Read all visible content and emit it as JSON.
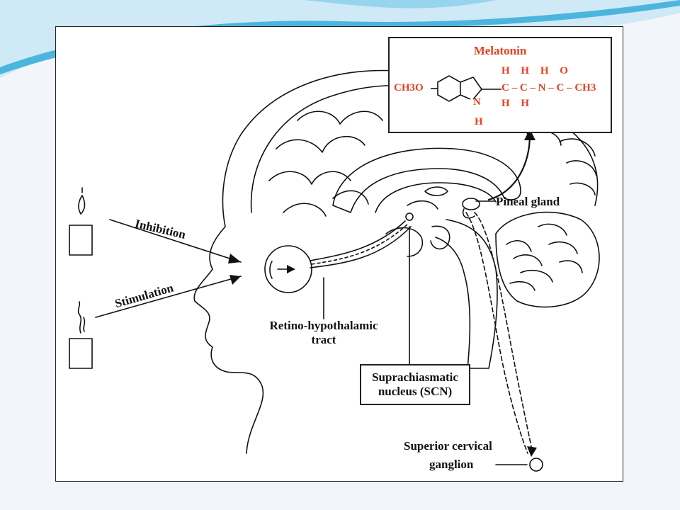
{
  "theme": {
    "slide_background": "#f2f6fa",
    "swoosh_color": "#2aa7d8",
    "label_color": "#111111",
    "chemistry_color": "#e8401f"
  },
  "labels": {
    "inhibition": "Inhibition",
    "stimulation": "Stimulation",
    "rht_line1": "Retino-hypothalamic",
    "rht_line2": "tract",
    "scn_line1": "Suprachiasmatic",
    "scn_line2": "nucleus (SCN)",
    "pineal": "Pineal gland",
    "scg_line1": "Superior cervical",
    "scg_line2": "ganglion"
  },
  "melatonin": {
    "title": "Melatonin",
    "methoxy": "CH3O",
    "ring_n": "N",
    "ring_h": "H",
    "chain_top": "H  H  H  O",
    "chain_mid": "C – C – N – C – CH3",
    "chain_bottom": "H  H"
  },
  "icons": [
    "lit-candle-icon",
    "extinguished-candle-icon",
    "eye-icon",
    "brain-sagittal-icon",
    "curved-arrow-icon"
  ]
}
